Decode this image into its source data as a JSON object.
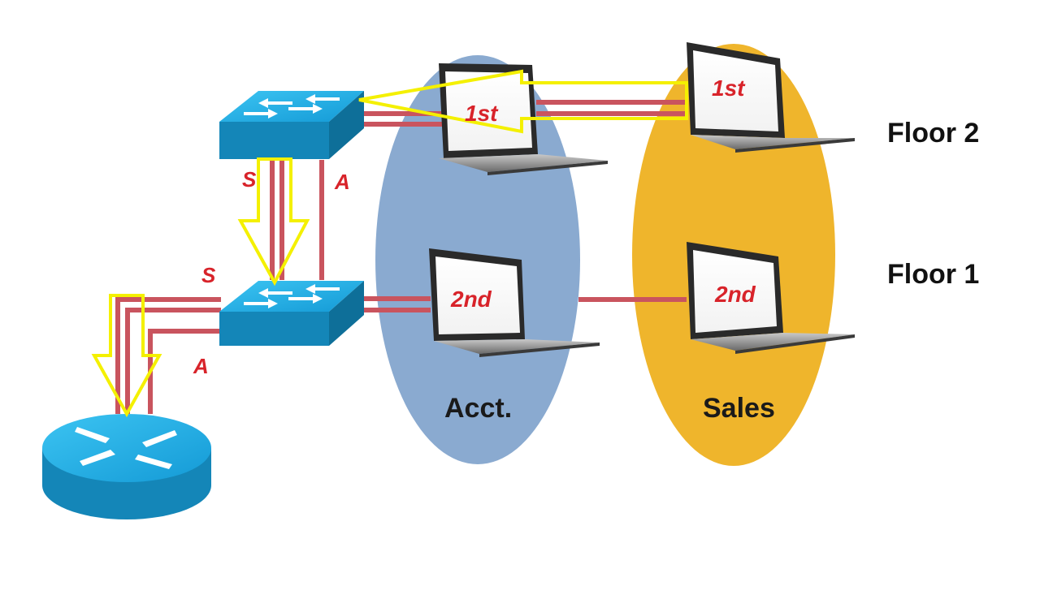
{
  "floors": [
    "Floor 2",
    "Floor 1"
  ],
  "groups": [
    {
      "name": "Acct.",
      "color": "#8aaad0"
    },
    {
      "name": "Sales",
      "color": "#efb52c"
    }
  ],
  "laptops": [
    {
      "group": "Acct.",
      "floor": "Floor 2",
      "order": "1st"
    },
    {
      "group": "Sales",
      "floor": "Floor 2",
      "order": "1st"
    },
    {
      "group": "Acct.",
      "floor": "Floor 1",
      "order": "2nd"
    },
    {
      "group": "Sales",
      "floor": "Floor 1",
      "order": "2nd"
    }
  ],
  "link_labels": {
    "upper_switch_s": "S",
    "upper_switch_a": "A",
    "lower_switch_s": "S",
    "lower_switch_a": "A"
  },
  "colors": {
    "link": "#c9545e",
    "arrow": "#f4f000",
    "label_red": "#d8232a",
    "device_top": "#19b2ea",
    "device_side": "#1486b8"
  },
  "icons": [
    "switch-icon",
    "router-icon",
    "laptop-icon",
    "arrow-icon"
  ]
}
